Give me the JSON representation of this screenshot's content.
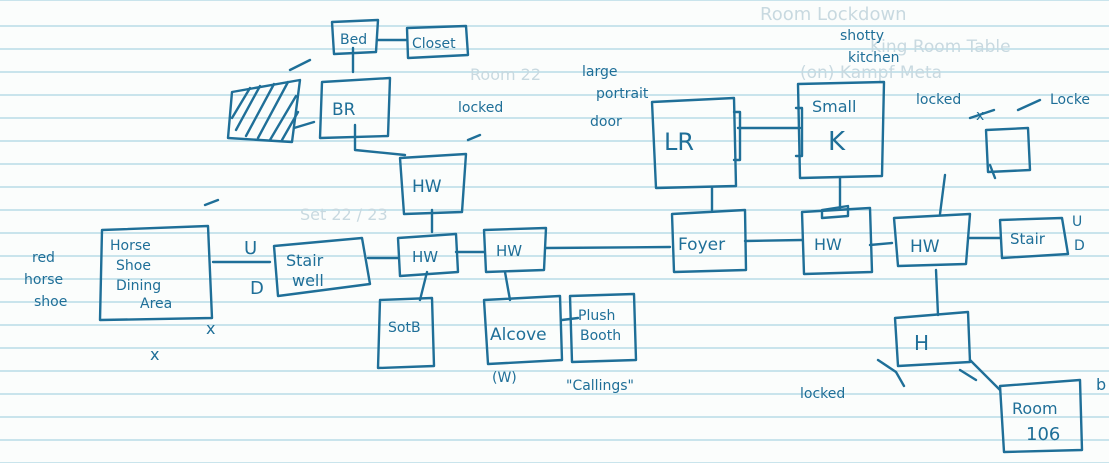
{
  "colors": {
    "ink": "#1f6f98",
    "paper": "#fbfdfc",
    "rule": "#c9e4ec"
  },
  "rooms": {
    "bed": "Bed",
    "closet": "Closet",
    "br": "BR",
    "hw_top": "HW",
    "horseshoe": [
      "Horse",
      "Shoe",
      "Dining",
      "Area"
    ],
    "stairwell": [
      "Stair",
      "well"
    ],
    "hw_left": "HW",
    "hw_mid": "HW",
    "sotb": "SotB",
    "alcove": "Alcove",
    "plush_booths": [
      "Plush",
      "Booth"
    ],
    "lr": "LR",
    "small_k": [
      "Small",
      "K"
    ],
    "foyer": "Foyer",
    "hw_right1": "HW",
    "hw_right2": "HW",
    "stair_right": "Stair",
    "h": "H",
    "room106": [
      "Room",
      "106"
    ]
  },
  "notes": {
    "locked_top": "locked",
    "locked_right": "locked",
    "locked_far": "Locke",
    "locked_bottom": "locked",
    "shotgun": [
      "shotty",
      "kitchen"
    ],
    "large_portrait": [
      "large",
      "portrait",
      "door"
    ],
    "red_horseshoe": [
      "red",
      "horse",
      "shoe"
    ],
    "u_left": "U",
    "d_left": "D",
    "u_right": "U",
    "d_right": "D",
    "w_note": "(W)",
    "callings": "\"Callings\"",
    "x1": "x",
    "x2": "x",
    "x3": "x",
    "b_edge": "b"
  },
  "faint_notes": [
    "Room Lockdown",
    "King Room Table",
    "(on) Kampf Meta",
    "Room 22",
    "Set 22 / 23"
  ]
}
